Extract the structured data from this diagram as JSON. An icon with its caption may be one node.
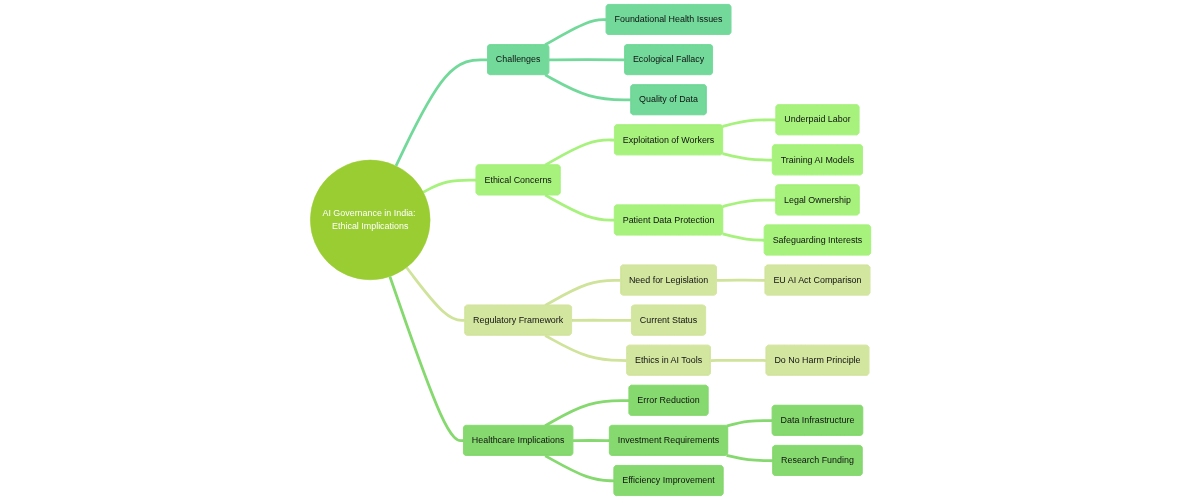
{
  "diagram": {
    "nodes": [
      {
        "text": [
          "AI Governance in India: Ethical Implications"
        ]
      },
      {
        "text": [
          "Challenges"
        ]
      },
      {
        "text": [
          "Foundational Health Issues"
        ]
      },
      {
        "text": [
          "Ecological Fallacy"
        ]
      },
      {
        "text": [
          "Quality of Data"
        ]
      },
      {
        "text": [
          "Ethical Concerns"
        ]
      },
      {
        "text": [
          "Exploitation of Workers"
        ]
      },
      {
        "text": [
          "Underpaid Labor"
        ]
      },
      {
        "text": [
          "Training AI Models"
        ]
      },
      {
        "text": [
          "Patient Data Protection"
        ]
      },
      {
        "text": [
          "Legal Ownership"
        ]
      },
      {
        "text": [
          "Safeguarding Interests"
        ]
      },
      {
        "text": [
          "Regulatory Framework"
        ]
      },
      {
        "text": [
          "Need for Legislation"
        ]
      },
      {
        "text": [
          "EU AI Act Comparison"
        ]
      },
      {
        "text": [
          "Current Status"
        ]
      },
      {
        "text": [
          "Ethics in AI Tools"
        ]
      },
      {
        "text": [
          "Do No Harm Principle"
        ]
      },
      {
        "text": [
          "Healthcare Implications"
        ]
      },
      {
        "text": [
          "Error Reduction"
        ]
      },
      {
        "text": [
          "Investment Requirements"
        ]
      },
      {
        "text": [
          "Data Infrastructure"
        ]
      },
      {
        "text": [
          "Research Funding"
        ]
      },
      {
        "text": [
          "Efficiency Improvement"
        ]
      }
    ],
    "edges": [
      {
        "from": 0,
        "to": 1,
        "arrow": "none",
        "color": "#72d99a"
      },
      {
        "from": 1,
        "to": 2,
        "arrow": "none",
        "color": "#72d99a"
      },
      {
        "from": 1,
        "to": 3,
        "arrow": "none",
        "color": "#72d99a"
      },
      {
        "from": 1,
        "to": 4,
        "arrow": "none",
        "color": "#72d99a"
      },
      {
        "from": 0,
        "to": 5,
        "arrow": "none",
        "color": "#a6f27c"
      },
      {
        "from": 5,
        "to": 6,
        "arrow": "none",
        "color": "#a6f27c"
      },
      {
        "from": 6,
        "to": 7,
        "arrow": "none",
        "color": "#a6f27c"
      },
      {
        "from": 6,
        "to": 8,
        "arrow": "none",
        "color": "#a6f27c"
      },
      {
        "from": 5,
        "to": 9,
        "arrow": "none",
        "color": "#a6f27c"
      },
      {
        "from": 9,
        "to": 10,
        "arrow": "none",
        "color": "#a6f27c"
      },
      {
        "from": 9,
        "to": 11,
        "arrow": "none",
        "color": "#a6f27c"
      },
      {
        "from": 0,
        "to": 12,
        "arrow": "none",
        "color": "#cfe39a"
      },
      {
        "from": 12,
        "to": 13,
        "arrow": "none",
        "color": "#cfe39a"
      },
      {
        "from": 13,
        "to": 14,
        "arrow": "none",
        "color": "#cfe39a"
      },
      {
        "from": 12,
        "to": 15,
        "arrow": "none",
        "color": "#cfe39a"
      },
      {
        "from": 12,
        "to": 16,
        "arrow": "none",
        "color": "#cfe39a"
      },
      {
        "from": 16,
        "to": 17,
        "arrow": "none",
        "color": "#cfe39a"
      },
      {
        "from": 0,
        "to": 18,
        "arrow": "none",
        "color": "#85d96e"
      },
      {
        "from": 18,
        "to": 19,
        "arrow": "none",
        "color": "#85d96e"
      },
      {
        "from": 18,
        "to": 20,
        "arrow": "none",
        "color": "#85d96e"
      },
      {
        "from": 20,
        "to": 21,
        "arrow": "none",
        "color": "#85d96e"
      },
      {
        "from": 20,
        "to": 22,
        "arrow": "none",
        "color": "#85d96e"
      },
      {
        "from": 18,
        "to": 23,
        "arrow": "none",
        "color": "#85d96e"
      }
    ]
  }
}
